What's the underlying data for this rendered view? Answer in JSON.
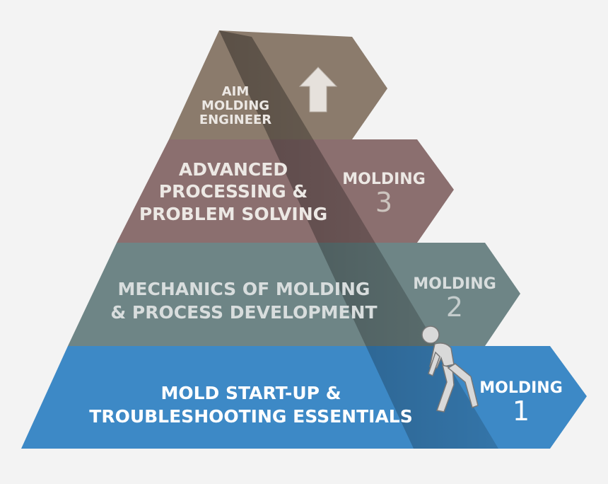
{
  "colors": {
    "background": "#f3f3f3",
    "tier4": "#8b7b6c",
    "tier3": "#8b6f6f",
    "tier2": "#6e8586",
    "tier1": "#3d89c6",
    "text_light": "#ece8e4",
    "text_white": "#ffffff"
  },
  "tiers": [
    {
      "id": "tier-4",
      "lines": [
        "AIM",
        "MOLDING",
        "ENGINEER"
      ],
      "arrow_icon": "up-arrow-icon"
    },
    {
      "id": "tier-3",
      "lines": [
        "ADVANCED",
        "PROCESSING &",
        "PROBLEM SOLVING"
      ],
      "badge_word": "MOLDING",
      "badge_number": "3"
    },
    {
      "id": "tier-2",
      "lines": [
        "MECHANICS OF MOLDING",
        "& PROCESS DEVELOPMENT"
      ],
      "badge_word": "MOLDING",
      "badge_number": "2"
    },
    {
      "id": "tier-1",
      "lines": [
        "MOLD START-UP &",
        "TROUBLESHOOTING ESSENTIALS"
      ],
      "badge_word": "MOLDING",
      "badge_number": "1"
    }
  ],
  "figure_icon": "climbing-person-icon"
}
